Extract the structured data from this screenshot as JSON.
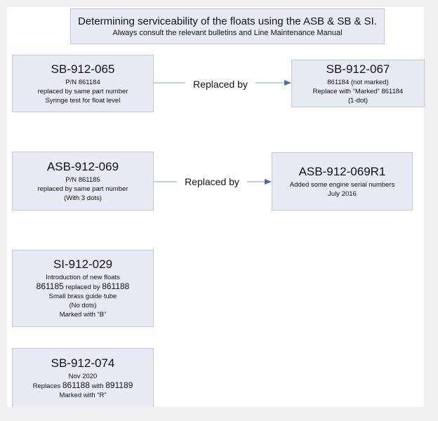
{
  "title": {
    "main": "Determining serviceability of the floats using the ASB & SB & SI.",
    "sub": "Always consult the relevant bulletins and Line Maintenance Manual"
  },
  "nodes": {
    "sb065": {
      "title": "SB-912-065",
      "lines": [
        "P/N 861184",
        "replaced by same part number",
        "Syringe test for float level"
      ]
    },
    "sb067": {
      "title": "SB-912-067",
      "lines": [
        "861184 (not marked)",
        "Replace with “Marked” 861184",
        "(1-dot)"
      ]
    },
    "asb069": {
      "title": "ASB-912-069",
      "lines": [
        "P/N 861185",
        "replaced by same part number",
        "(With 3 dots)"
      ]
    },
    "asb069r1": {
      "title": "ASB-912-069R1",
      "lines": [
        "Added some engine serial numbers",
        "July 2016"
      ]
    },
    "si029": {
      "title": "SI-912-029",
      "line1": "Introduction of new floats",
      "line2": {
        "a": "861185",
        "b": " replaced by ",
        "c": "861188"
      },
      "line3": "Small brass guide tube",
      "line4": "(No dots)",
      "line5": "Marked with “B”"
    },
    "sb074": {
      "title": "SB-912-074",
      "line1": "Nov 2020",
      "line2": {
        "a": "Replaces ",
        "b": "861188",
        "c": " with ",
        "d": "891189"
      },
      "line3": "Marked with “R”"
    }
  },
  "edges": [
    {
      "from": "SB-912-065",
      "to": "SB-912-067",
      "label": "Replaced by"
    },
    {
      "from": "ASB-912-069",
      "to": "ASB-912-069R1",
      "label": "Replaced by"
    }
  ],
  "colors": {
    "box_fill": "#e8ebf4",
    "box_border": "#c3c8d9",
    "connector": "#8da2c8",
    "arrowhead": "#4a6aa8"
  }
}
